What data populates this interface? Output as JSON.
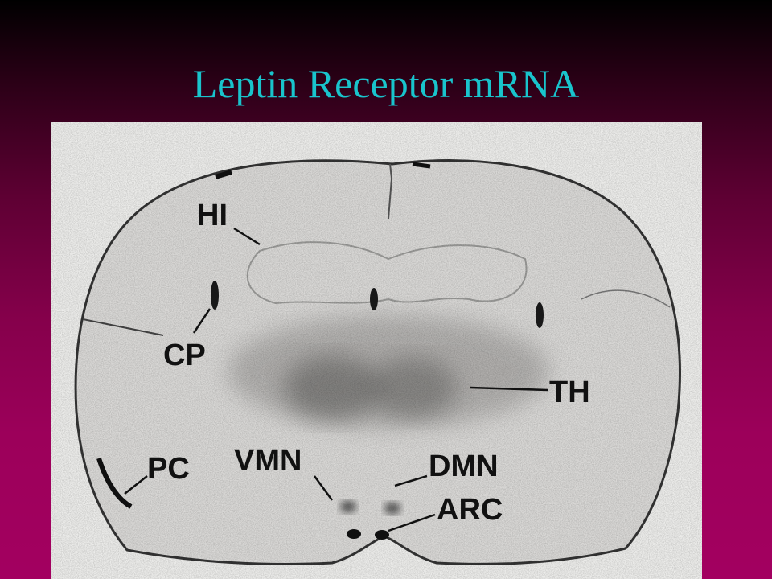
{
  "slide": {
    "title": "Leptin Receptor mRNA",
    "title_color": "#19c4cc"
  },
  "figure": {
    "labels": {
      "hi": "HI",
      "cp": "CP",
      "th": "TH",
      "pc": "PC",
      "vmn": "VMN",
      "dmn": "DMN",
      "arc": "ARC"
    }
  }
}
